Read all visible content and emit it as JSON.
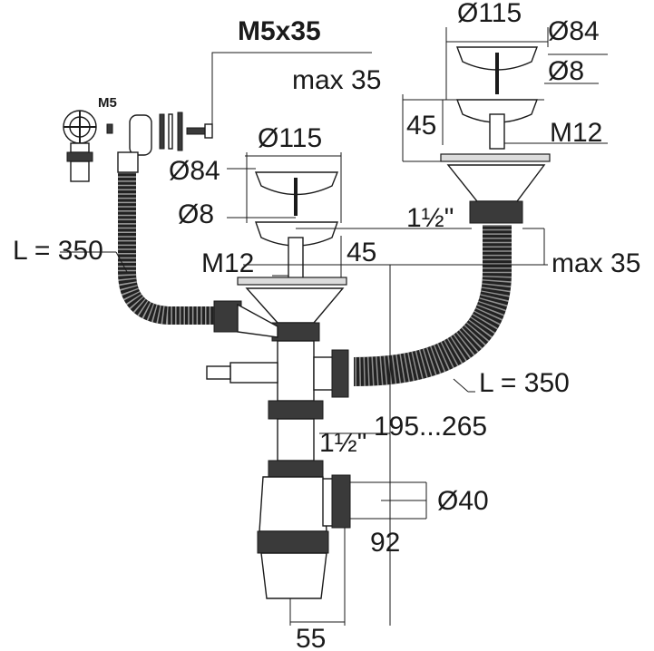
{
  "labels": {
    "screw": "M5x35",
    "nut": "M5",
    "right_outer_dia": "Ø115",
    "right_cap_dia": "Ø84",
    "right_max": "max 35",
    "right_pin_dia": "Ø8",
    "right_height": "45",
    "right_thread": "M12",
    "left_outer_dia": "Ø115",
    "left_cap_dia": "Ø84",
    "left_pin_dia": "Ø8",
    "left_height": "45",
    "left_thread": "M12",
    "right_pipe": "1½\"",
    "right_drop": "max 35",
    "left_hose": "L = 350",
    "right_hose": "L = 350",
    "total_height": "195...265",
    "trap_pipe": "1½\"",
    "outlet_dia": "Ø40",
    "trap_height": "92",
    "trap_width": "55"
  }
}
